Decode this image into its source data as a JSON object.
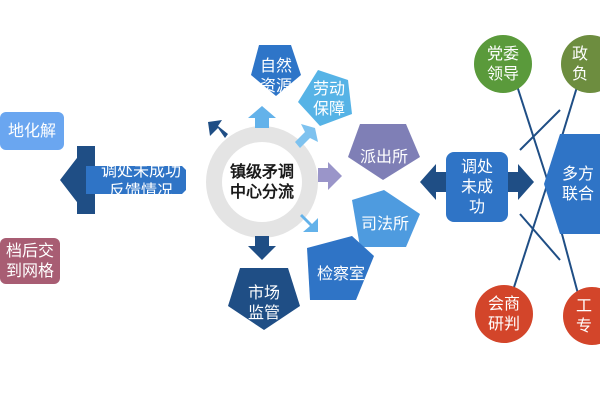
{
  "left": {
    "box_top": "地化解",
    "box_bottom": "档后交\n到网格",
    "feedback": "调处未成功\n反馈情况"
  },
  "center": {
    "hub": "镇级矛调\n中心分流",
    "nodes": [
      {
        "id": "zirancyuan",
        "label": "自然\n资源",
        "color": "#2e75c8"
      },
      {
        "id": "laodong",
        "label": "劳动\n保障",
        "color": "#56b3e6"
      },
      {
        "id": "paichusuo",
        "label": "派出所",
        "color": "#7f7fb6"
      },
      {
        "id": "sifasuo",
        "label": "司法所",
        "color": "#4e9bdf"
      },
      {
        "id": "jianchashi",
        "label": "检察室",
        "color": "#2f74c6"
      },
      {
        "id": "shichang",
        "label": "市场\n监管",
        "color": "#1f4e85"
      }
    ]
  },
  "middle": {
    "unsuccessful": "调处\n未成\n功"
  },
  "right": {
    "hub": "多方\n联合",
    "nodes": [
      {
        "id": "dangwei",
        "label": "党委\n领导",
        "color": "#5a9a3b"
      },
      {
        "id": "zhengfu",
        "label": "政\n负",
        "color": "#6d8d3f"
      },
      {
        "id": "huishang",
        "label": "会商\n研判",
        "color": "#d3452a"
      },
      {
        "id": "gongzuo",
        "label": "工\n专",
        "color": "#d3452a"
      }
    ]
  },
  "colors": {
    "dark_blue": "#1f4e85",
    "blue": "#2f74c6",
    "light_blue": "#63b2ea",
    "purple": "#8a85bd",
    "gray": "#d6d6d6",
    "hub_gray": "#ececec",
    "left_light": "#6aa6f0",
    "left_maroon": "#a85d73"
  }
}
